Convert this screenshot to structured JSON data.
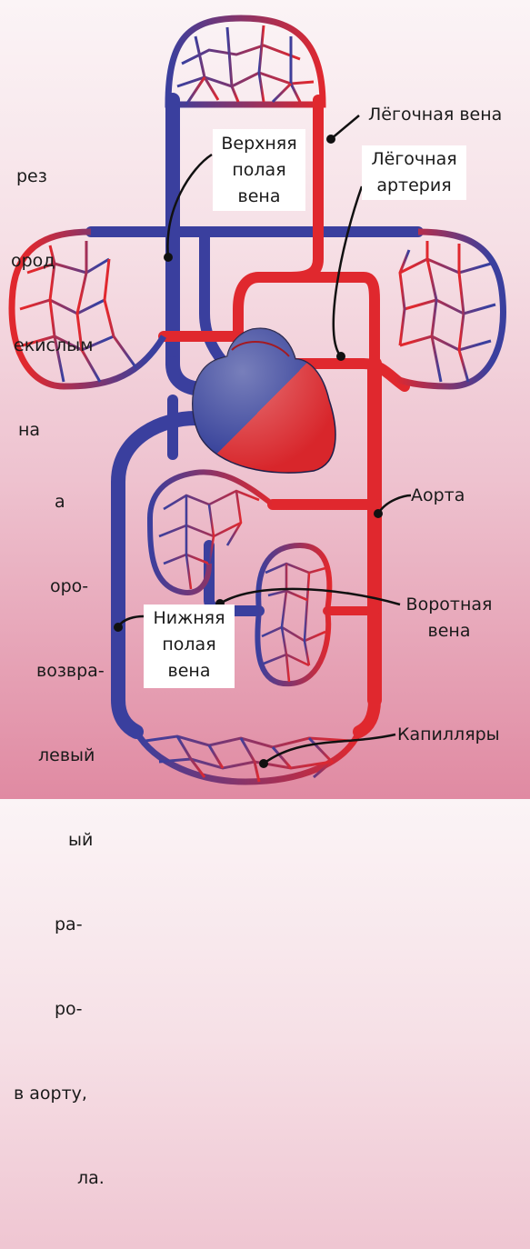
{
  "labels": {
    "pulmonary_vein": "Лёгочная вена",
    "superior_vena_cava": "Верхняя\nполая\nвена",
    "pulmonary_artery": "Лёгочная\nартерия",
    "aorta": "Аорта",
    "portal_vein": "Воротная\nвена",
    "inferior_vena_cava": "Нижняя\nполая\nвена",
    "capillaries": "Капилляры"
  },
  "side_text_top": [
    "рез",
    "ород",
    "екислым",
    "на"
  ],
  "side_text_bottom": [
    "а",
    "оро-",
    "возвра-",
    "левый",
    "ый",
    "ра-",
    "ро-",
    "в аорту,",
    "ла."
  ],
  "colors": {
    "arterial": "#e0282e",
    "venous": "#3a3f9e",
    "heart_red": "#d8262b",
    "heart_blue": "#2f3a96",
    "leader": "#111111"
  }
}
